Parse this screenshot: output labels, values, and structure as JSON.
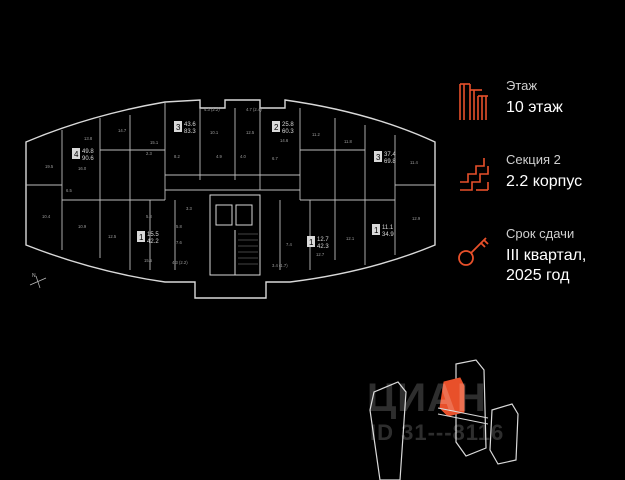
{
  "info": {
    "floor_label": "Этаж",
    "floor_value": "10 этаж",
    "section_label": "Секция 2",
    "section_value": "2.2 корпус",
    "deadline_label": "Срок сдачи",
    "deadline_value": "III квартал,\n2025 год"
  },
  "plan": {
    "compass_label": "N",
    "apartments": [
      {
        "rooms": "4",
        "living": "49.8",
        "total": "90.6"
      },
      {
        "rooms": "3",
        "living": "43.6",
        "total": "83.3"
      },
      {
        "rooms": "2",
        "living": "25.8",
        "total": "60.3"
      },
      {
        "rooms": "3",
        "living": "37.4",
        "total": "69.8"
      },
      {
        "rooms": "1",
        "living": "15.5",
        "total": "42.2"
      },
      {
        "rooms": "1",
        "living": "12.7",
        "total": "42.3"
      },
      {
        "rooms": "1",
        "living": "11.1",
        "total": "34.9"
      }
    ],
    "room_labels": [
      "19.5",
      "13.8",
      "14.7",
      "15.1",
      "10.1",
      "12.5",
      "14.6",
      "11.2",
      "11.8",
      "11.4",
      "16.0",
      "6.5",
      "10.4",
      "10.9",
      "12.5",
      "15.5",
      "7.6",
      "5.8",
      "7.4",
      "12.7",
      "12.1",
      "12.9",
      "4.3 (2.2)",
      "4.7 (2.4)",
      "4.3 (2.2)",
      "3.4 (1.7)",
      "8.2",
      "6.7",
      "4.9",
      "2.3",
      "3.3",
      "4.0",
      "5.8"
    ]
  },
  "watermark": {
    "brand": "ЦИАН",
    "id": "ID 31---8116"
  },
  "colors": {
    "accent": "#e8502a",
    "background": "#000000",
    "lines": "#d9d9d9"
  }
}
